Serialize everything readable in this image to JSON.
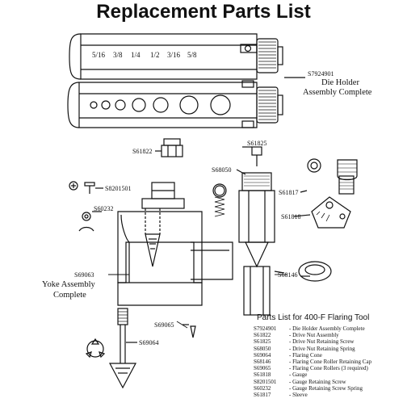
{
  "title": "Replacement Parts List",
  "die_holder": {
    "sizes": [
      "5/16",
      "3/8",
      "1/4",
      "1/2",
      "3/16",
      "5/8"
    ],
    "part_number": "S7924901",
    "label_line1": "Die Holder",
    "label_line2": "Assembly Complete"
  },
  "callouts": {
    "s61822": "S61822",
    "s61825": "S61825",
    "s68050": "S68050",
    "s8201501": "S8201501",
    "s60232": "S60232",
    "s61817": "S61817",
    "s61818": "S61818",
    "s68146": "S68146",
    "s69063": "S69063",
    "s69065": "S69065",
    "s69064": "S69064"
  },
  "yoke_assembly": {
    "line1": "Yoke Assembly",
    "line2": "Complete"
  },
  "parts_list": {
    "title": "Parts List for 400-F Flaring Tool",
    "items": [
      {
        "number": "S7924901",
        "description": "- Die Holder Assembly Complete"
      },
      {
        "number": "S61822",
        "description": "- Drive Nut Assembly"
      },
      {
        "number": "S61825",
        "description": "- Drive Nut Retaining Screw"
      },
      {
        "number": "S68050",
        "description": "- Drive Nut Retaining Spring"
      },
      {
        "number": "S69064",
        "description": "- Flaring Cone"
      },
      {
        "number": "S68146",
        "description": "- Flaring Cone Roller Retaining Cap"
      },
      {
        "number": "S69065",
        "description": "- Flaring Cone Rollers (3 required)"
      },
      {
        "number": "S61818",
        "description": "- Gauge"
      },
      {
        "number": "S8201501",
        "description": "- Gauge Retaining Screw"
      },
      {
        "number": "S60232",
        "description": "- Gauge Retaining Screw Spring"
      },
      {
        "number": "S61817",
        "description": "- Sleeve"
      }
    ]
  }
}
